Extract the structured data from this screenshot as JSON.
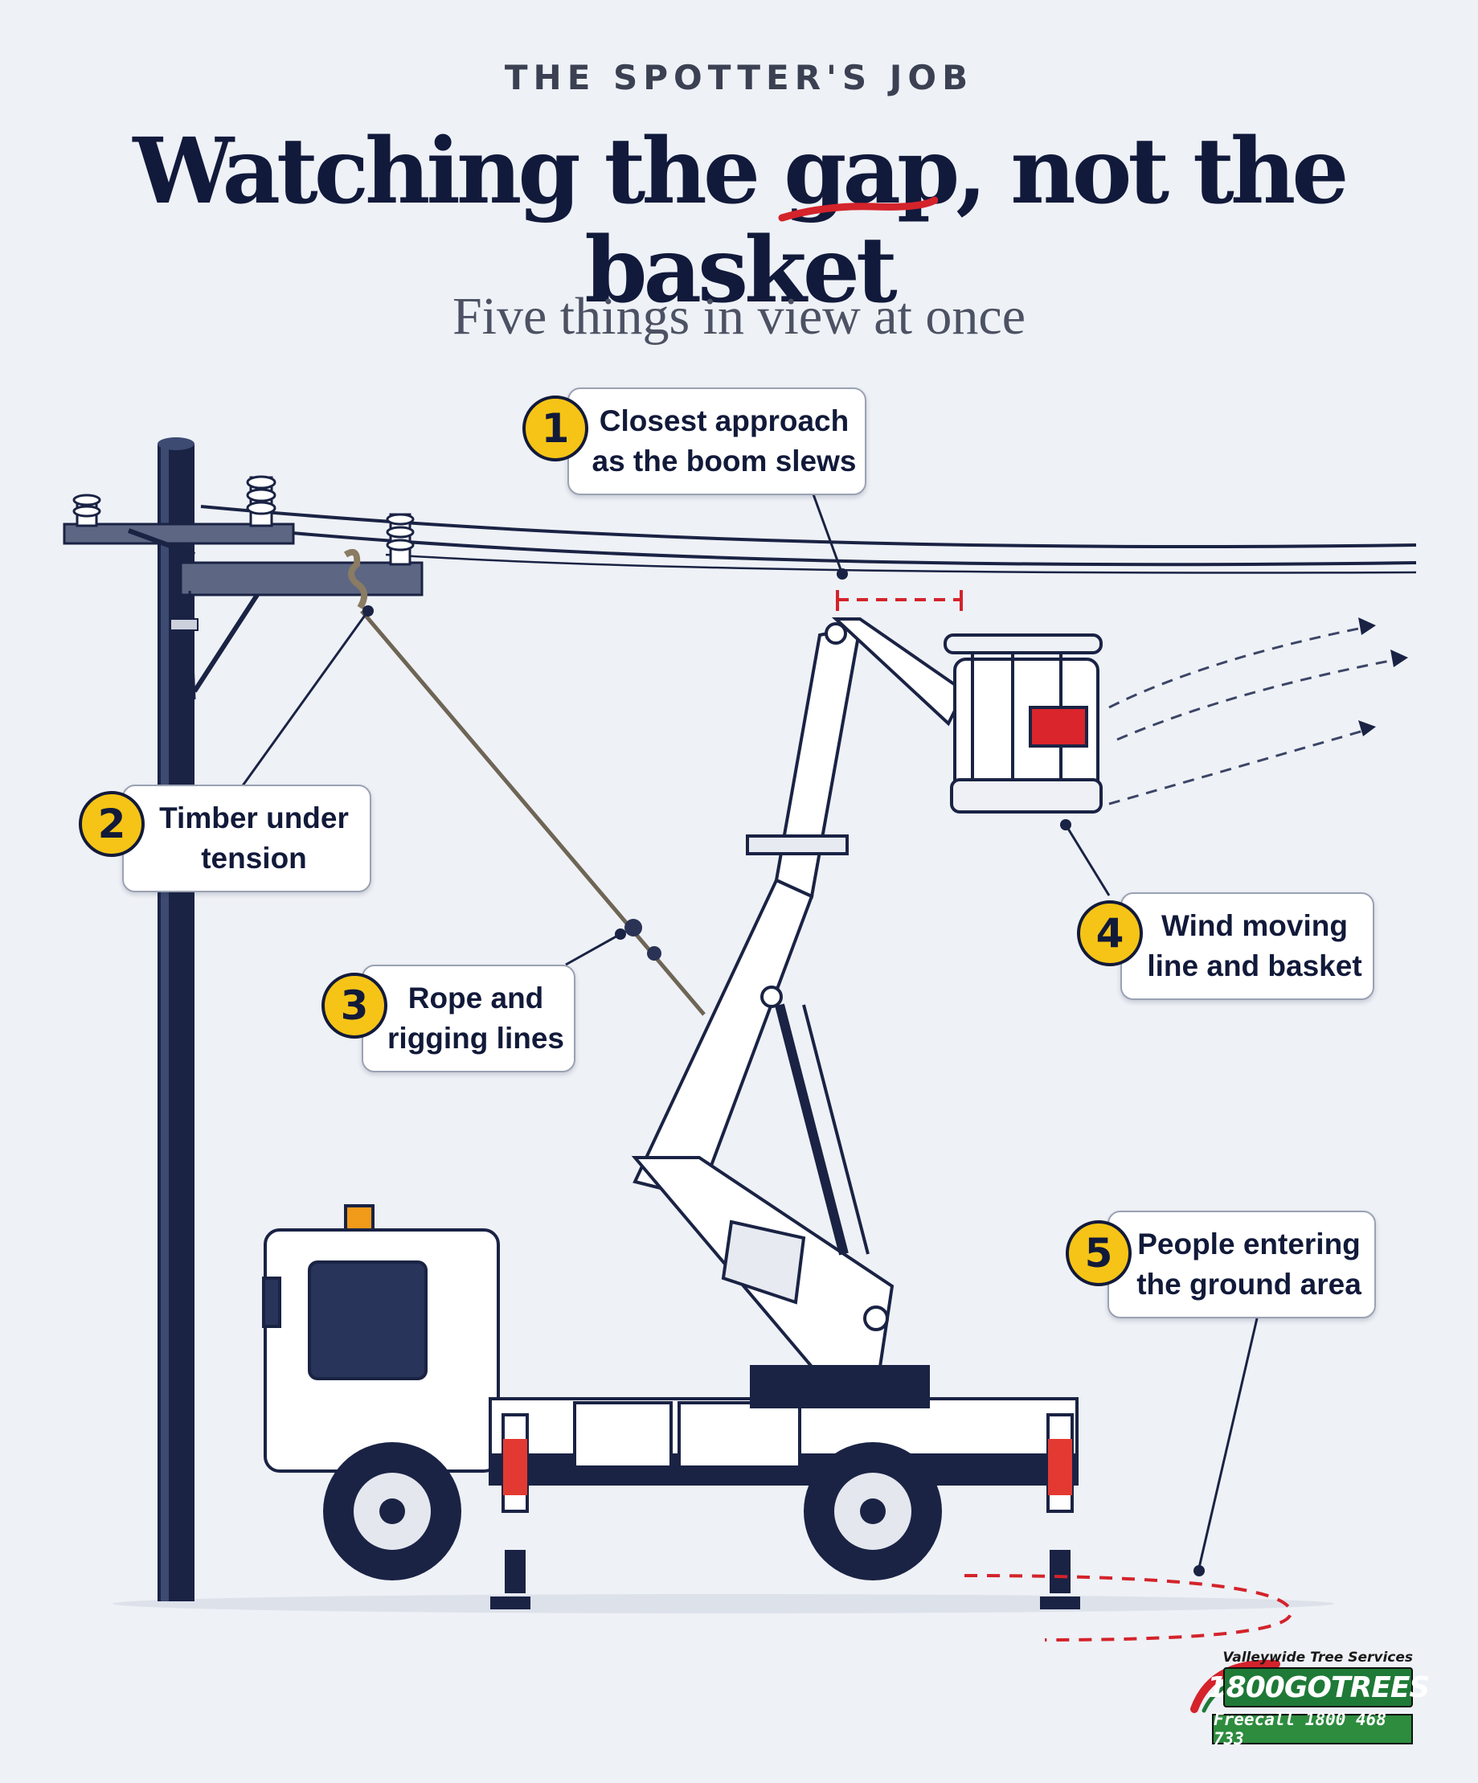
{
  "header": {
    "kicker": "THE SPOTTER'S JOB",
    "headline_before": "Watching the ",
    "headline_highlight": "gap,",
    "headline_after": " not the basket",
    "subtitle": "Five things in view at once"
  },
  "callouts": [
    {
      "number": "1",
      "line1": "Closest approach",
      "line2": "as the boom slews"
    },
    {
      "number": "2",
      "line1": "Timber under",
      "line2": "tension"
    },
    {
      "number": "3",
      "line1": "Rope and",
      "line2": "rigging lines"
    },
    {
      "number": "4",
      "line1": "Wind moving",
      "line2": "line and basket"
    },
    {
      "number": "5",
      "line1": "People entering",
      "line2": "the ground area"
    }
  ],
  "logo": {
    "tagline": "Valleywide Tree Services",
    "brand": "1800GOTREES",
    "phone": "Freecall 1800 468 733"
  },
  "colors": {
    "navy": "#16213f",
    "accent_red": "#d4232b",
    "badge_yellow": "#f6c416",
    "background": "#eef1f6",
    "logo_green": "#1e7a36"
  }
}
